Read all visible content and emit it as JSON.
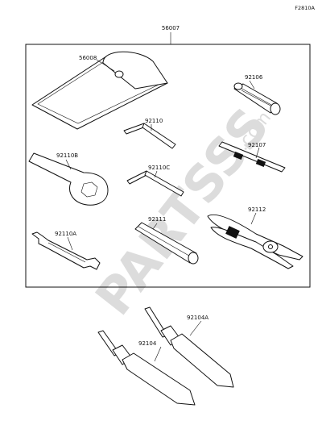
{
  "figure_ref": "F2810A",
  "watermark": {
    "brand": "PARTSSS",
    "suffix": ".com"
  },
  "labels": {
    "p56007": "56007",
    "p56008": "56008",
    "p92106": "92106",
    "p92110": "92110",
    "p92110B": "92110B",
    "p92107": "92107",
    "p92110C": "92110C",
    "p92112": "92112",
    "p92111": "92111",
    "p92110A": "92110A",
    "p92104A": "92104A",
    "p92104": "92104"
  }
}
